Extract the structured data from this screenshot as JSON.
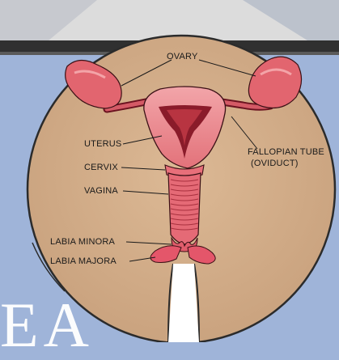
{
  "labels": {
    "ovary": "OVARY",
    "uterus": "UTERUS",
    "cervix": "CERVIX",
    "vagina": "VAGINA",
    "labia_minora": "LABIA MINORA",
    "labia_majora": "LABIA MAJORA",
    "fallopian_tube_line1": "FALLOPIAN TUBE",
    "fallopian_tube_line2": "(OVIDUCT)"
  },
  "background_text": "EA",
  "colors": {
    "sky": "#9fb4d9",
    "top_photo": "#dcdcdc",
    "dark_band": "#303030",
    "disc": "#d6b18d",
    "organ": "#e06a73",
    "organ_dark": "#8a1b2a",
    "organ_light": "#f0a3a6"
  }
}
